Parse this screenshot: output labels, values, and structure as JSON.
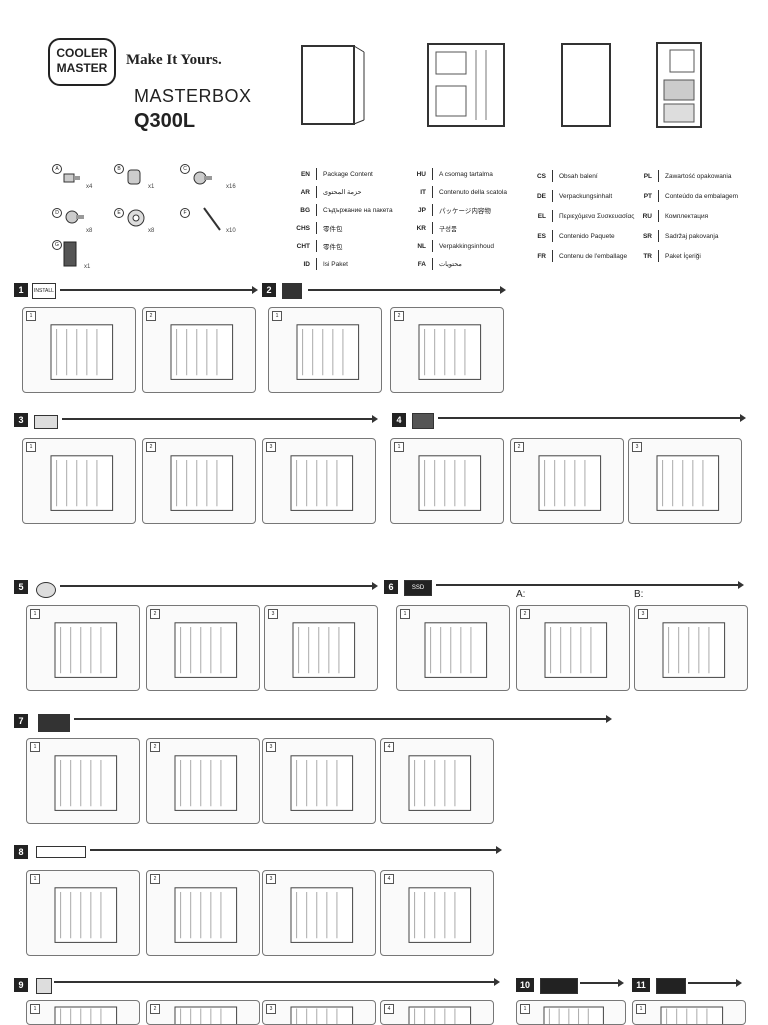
{
  "brand": {
    "logo_line1": "COOLER",
    "logo_line2": "MASTER",
    "tagline": "Make It Yours.",
    "series": "MASTERBOX",
    "model": "Q300L"
  },
  "parts": [
    {
      "id": "A",
      "qty": "x4"
    },
    {
      "id": "B",
      "qty": "x1"
    },
    {
      "id": "C",
      "qty": "x16"
    },
    {
      "id": "D",
      "qty": "x8"
    },
    {
      "id": "E",
      "qty": "x8"
    },
    {
      "id": "F",
      "qty": "x10"
    },
    {
      "id": "G",
      "qty": "x1"
    }
  ],
  "languages": [
    [
      {
        "code": "EN",
        "text": "Package Content"
      },
      {
        "code": "AR",
        "text": "حزمة المحتوى"
      },
      {
        "code": "BG",
        "text": "Съдържание на пакета"
      },
      {
        "code": "CHS",
        "text": "零件包"
      },
      {
        "code": "CHT",
        "text": "零件包"
      },
      {
        "code": "ID",
        "text": "Isi Paket"
      }
    ],
    [
      {
        "code": "HU",
        "text": "A csomag tartalma"
      },
      {
        "code": "IT",
        "text": "Contenuto della scatola"
      },
      {
        "code": "JP",
        "text": "パッケージ内容物"
      },
      {
        "code": "KR",
        "text": "구성품"
      },
      {
        "code": "NL",
        "text": "Verpakkingsinhoud"
      },
      {
        "code": "FA",
        "text": "محتويات"
      }
    ],
    [
      {
        "code": "CS",
        "text": "Obsah balení"
      },
      {
        "code": "DE",
        "text": "Verpackungsinhalt"
      },
      {
        "code": "EL",
        "text": "Περιεχόμενα Συσκευασίας"
      },
      {
        "code": "ES",
        "text": "Contenido Paquete"
      },
      {
        "code": "FR",
        "text": "Contenu de l'emballage"
      }
    ],
    [
      {
        "code": "PL",
        "text": "Zawartość opakowania"
      },
      {
        "code": "PT",
        "text": "Conteúdo da embalagem"
      },
      {
        "code": "RU",
        "text": "Комплектация"
      },
      {
        "code": "SR",
        "text": "Sadržaj pakovanja"
      },
      {
        "code": "TR",
        "text": "Paket İçeriği"
      }
    ]
  ],
  "steps": [
    {
      "n": "1",
      "icon": "INSTALL"
    },
    {
      "n": "2",
      "icon": ""
    },
    {
      "n": "3",
      "icon": ""
    },
    {
      "n": "4",
      "icon": ""
    },
    {
      "n": "5",
      "icon": ""
    },
    {
      "n": "6",
      "icon": "SSD"
    },
    {
      "n": "7",
      "icon": ""
    },
    {
      "n": "8",
      "icon": ""
    },
    {
      "n": "9",
      "icon": ""
    },
    {
      "n": "10",
      "icon": ""
    },
    {
      "n": "11",
      "icon": ""
    }
  ],
  "options": {
    "a": "A:",
    "b": "B:"
  }
}
